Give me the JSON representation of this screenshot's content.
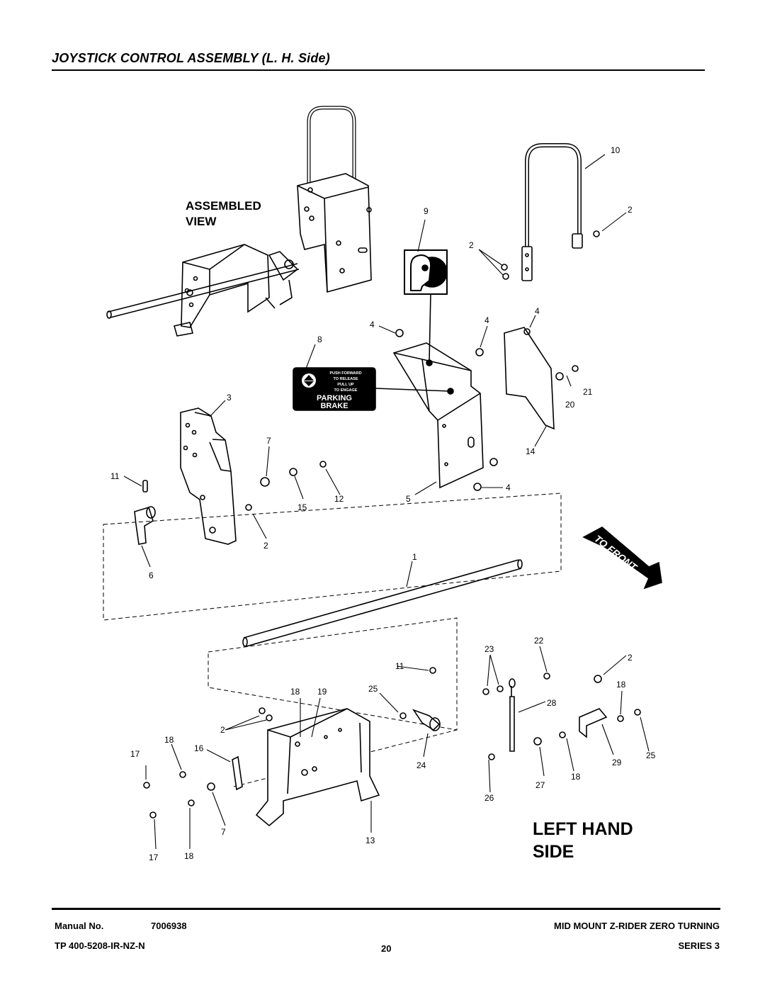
{
  "header": {
    "title": "JOYSTICK CONTROL ASSEMBLY (L. H. Side)"
  },
  "diagram": {
    "assembled_view": [
      "ASSEMBLED",
      "VIEW"
    ],
    "to_front": "TO FRONT",
    "side_label": [
      "LEFT HAND",
      "SIDE"
    ],
    "decal": {
      "line1": "PUSH FORWARD",
      "line2": "TO RELEASE",
      "line3": "PULL UP",
      "line4": "TO ENGAGE",
      "line5": "PARKING",
      "line6": "BRAKE"
    },
    "callouts": [
      "10",
      "2",
      "9",
      "2",
      "4",
      "4",
      "4",
      "8",
      "3",
      "21",
      "20",
      "7",
      "14",
      "11",
      "12",
      "15",
      "5",
      "4",
      "2",
      "6",
      "1",
      "23",
      "22",
      "11",
      "2",
      "25",
      "18",
      "19",
      "18",
      "28",
      "2",
      "18",
      "17",
      "16",
      "24",
      "29",
      "25",
      "18",
      "27",
      "7",
      "26",
      "13",
      "17",
      "18"
    ]
  },
  "footer": {
    "manual_label": "Manual No.",
    "manual_number": "7006938",
    "tp_code": "TP 400-5208-IR-NZ-N",
    "page": "20",
    "model": "MID MOUNT Z-RIDER ZERO TURNING",
    "series": "SERIES 3"
  }
}
